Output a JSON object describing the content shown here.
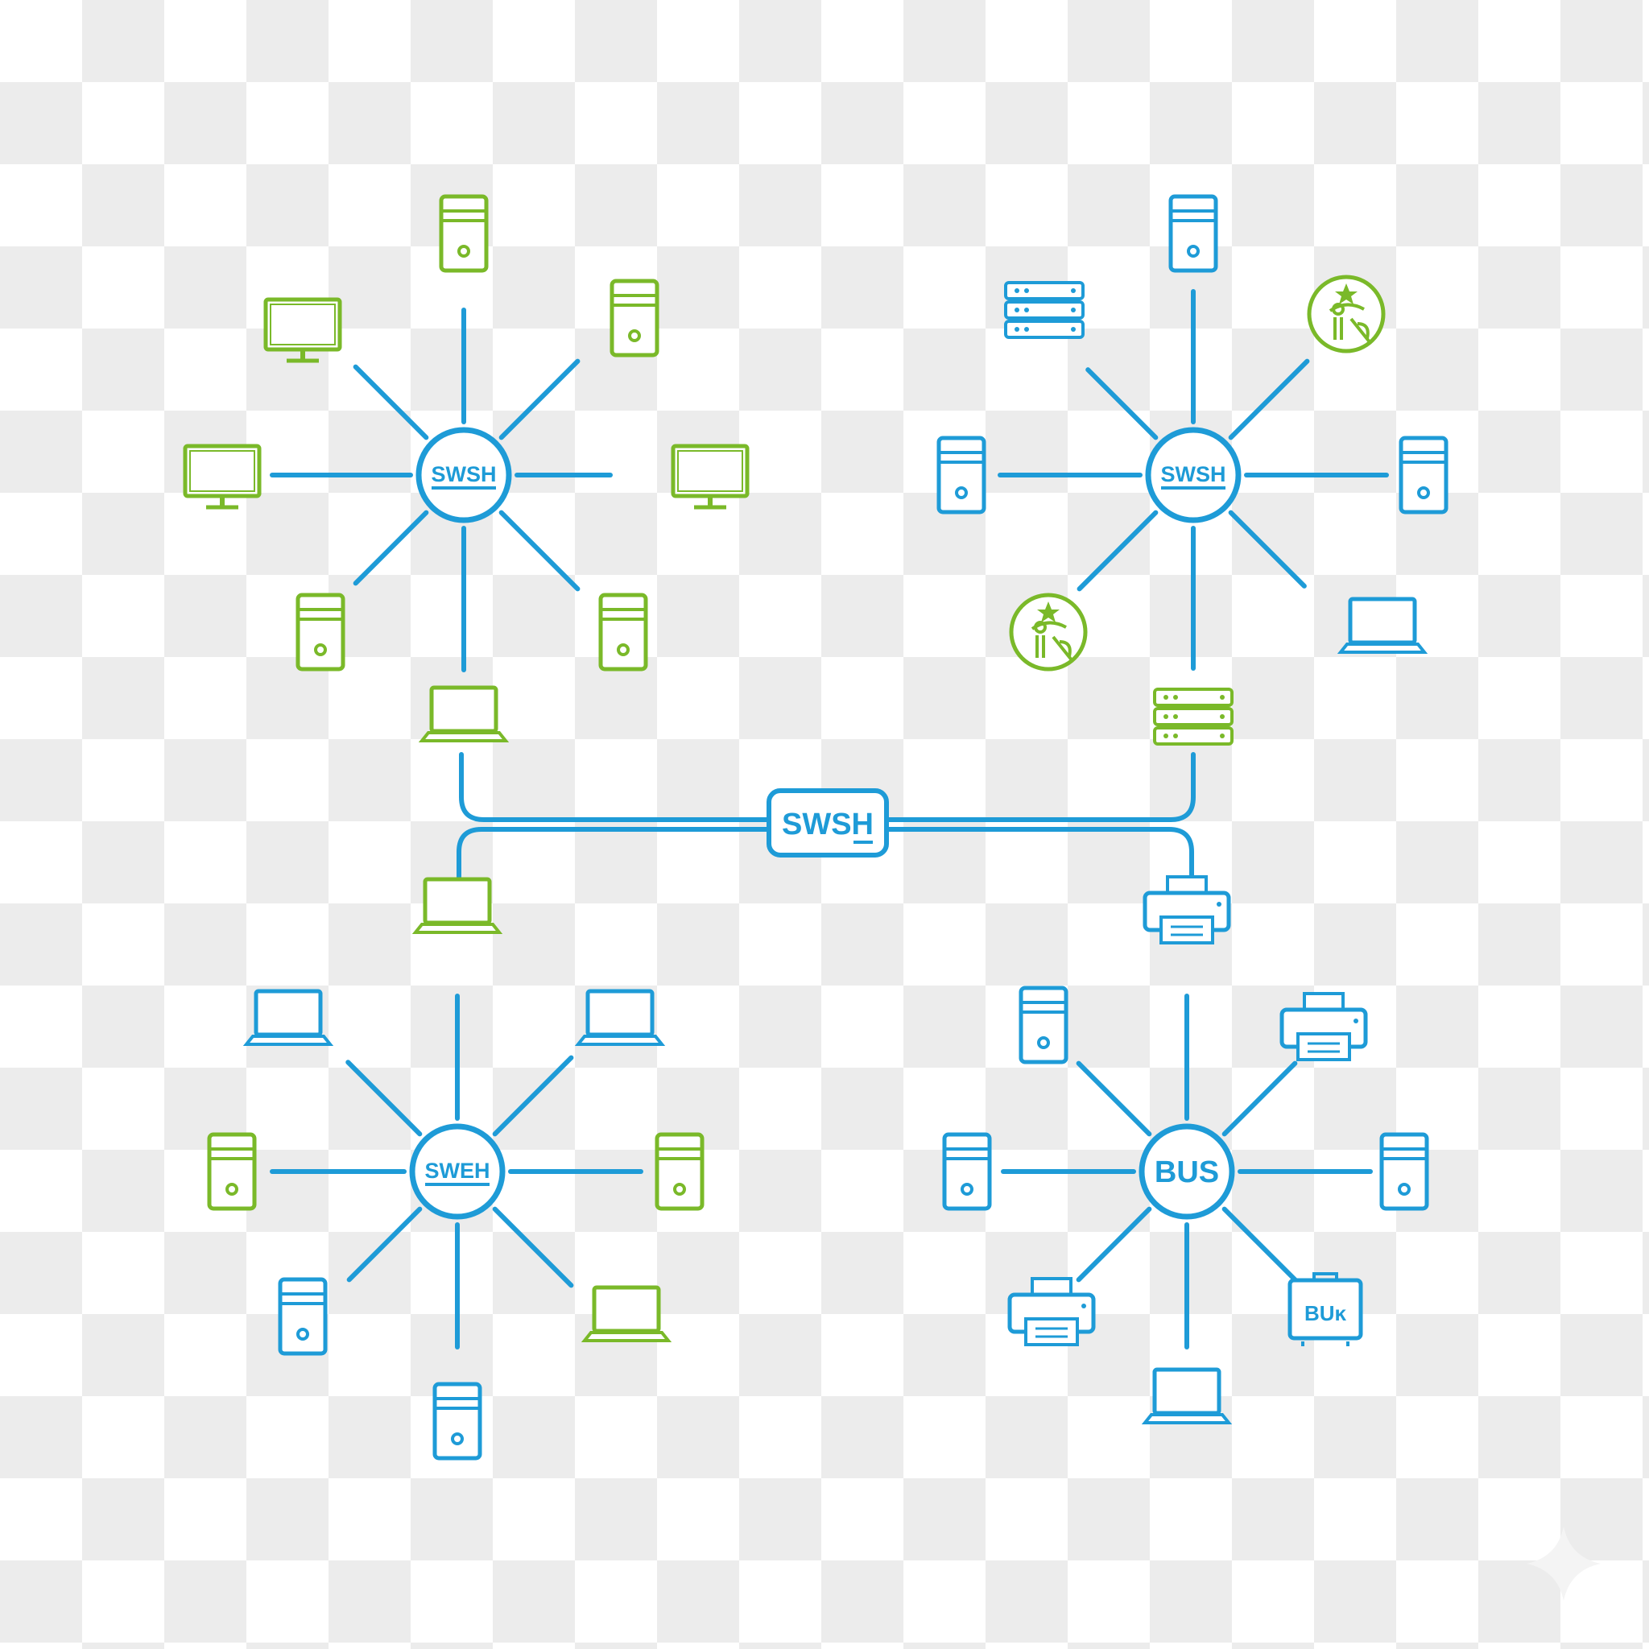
{
  "colors": {
    "link": "#1e9bd7",
    "green": "#7ab929",
    "blue": "#1e9bd7",
    "checker": "#ececec"
  },
  "clusters": [
    {
      "hub_label": "SWSH",
      "hub_shape": "circle",
      "devices": [
        {
          "type": "tower-icon",
          "color": "green"
        },
        {
          "type": "tower-icon",
          "color": "green"
        },
        {
          "type": "monitor-icon",
          "color": "green"
        },
        {
          "type": "tower-icon",
          "color": "green"
        },
        {
          "type": "laptop-icon",
          "color": "green"
        },
        {
          "type": "tower-icon",
          "color": "green"
        },
        {
          "type": "monitor-icon",
          "color": "green"
        },
        {
          "type": "monitor-icon",
          "color": "green"
        }
      ]
    },
    {
      "hub_label": "SWSH",
      "hub_shape": "circle",
      "devices": [
        {
          "type": "tower-icon",
          "color": "blue"
        },
        {
          "type": "person-badge-icon",
          "color": "green"
        },
        {
          "type": "tower-icon",
          "color": "blue"
        },
        {
          "type": "laptop-icon",
          "color": "blue"
        },
        {
          "type": "rack-server-icon",
          "color": "green"
        },
        {
          "type": "person-badge-icon",
          "color": "green"
        },
        {
          "type": "tower-icon",
          "color": "blue"
        },
        {
          "type": "rack-server-icon",
          "color": "blue"
        }
      ]
    },
    {
      "hub_label": "SWEH",
      "hub_shape": "circle",
      "devices": [
        {
          "type": "laptop-icon",
          "color": "green"
        },
        {
          "type": "laptop-icon",
          "color": "blue"
        },
        {
          "type": "tower-icon",
          "color": "green"
        },
        {
          "type": "laptop-icon",
          "color": "green"
        },
        {
          "type": "tower-icon",
          "color": "blue"
        },
        {
          "type": "tower-icon",
          "color": "blue"
        },
        {
          "type": "tower-icon",
          "color": "green"
        },
        {
          "type": "laptop-icon",
          "color": "blue"
        }
      ]
    },
    {
      "hub_label": "BUS",
      "hub_shape": "circle",
      "devices": [
        {
          "type": "printer-icon",
          "color": "blue"
        },
        {
          "type": "printer-icon",
          "color": "blue"
        },
        {
          "type": "tower-icon",
          "color": "blue"
        },
        {
          "type": "bag-icon",
          "color": "blue",
          "label": "BUĸ"
        },
        {
          "type": "laptop-icon",
          "color": "blue"
        },
        {
          "type": "printer-icon",
          "color": "blue"
        },
        {
          "type": "tower-icon",
          "color": "blue"
        },
        {
          "type": "tower-icon",
          "color": "blue"
        }
      ]
    }
  ],
  "backbone": {
    "switch_label": "SWSH"
  }
}
